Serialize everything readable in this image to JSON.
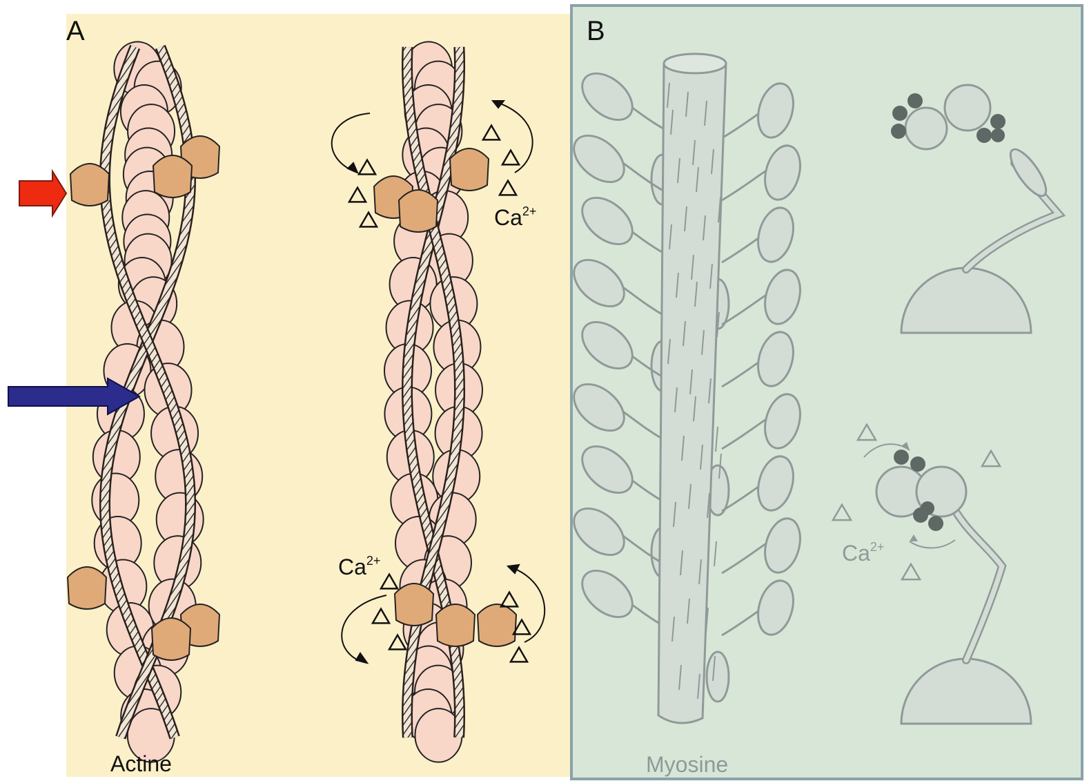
{
  "panels": {
    "a": {
      "letter": "A",
      "caption": "Actine"
    },
    "b": {
      "letter": "B",
      "caption": "Myosine"
    }
  },
  "ion_label": "Ca",
  "ion_charge": "2+",
  "colors": {
    "panel_a_bg": "#fcf0c8",
    "panel_b_bg": "#d8e6d8",
    "panel_b_border": "#8aa2a8",
    "actin_monomer": "#f8d6c8",
    "troponin": "#e0aa78",
    "arrow_red": "#ee2a10",
    "arrow_blue": "#2c2c8c",
    "myosin_fill": "#d4dcd6",
    "myosin_stroke": "#8f9a98",
    "light_chain": "#5e6865"
  },
  "icons": [
    "red-arrow-icon",
    "blue-arrow-icon",
    "ca-ion-triangle-icon",
    "rotation-arrow-icon"
  ]
}
